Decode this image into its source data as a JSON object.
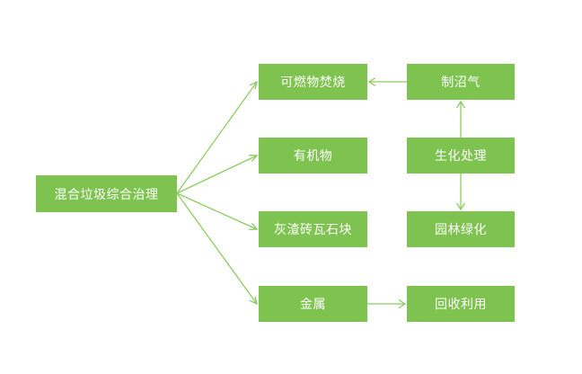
{
  "diagram": {
    "root": "混合垃圾综合治理",
    "categories": [
      "可燃物焚烧",
      "有机物",
      "灰渣砖瓦石块",
      "金属"
    ],
    "processing": [
      "制沼气",
      "生化处理",
      "园林绿化",
      "回收利用"
    ]
  },
  "colors": {
    "node_fill": "#7ec34f",
    "connector": "#8ccb62",
    "text": "#ffffff"
  }
}
